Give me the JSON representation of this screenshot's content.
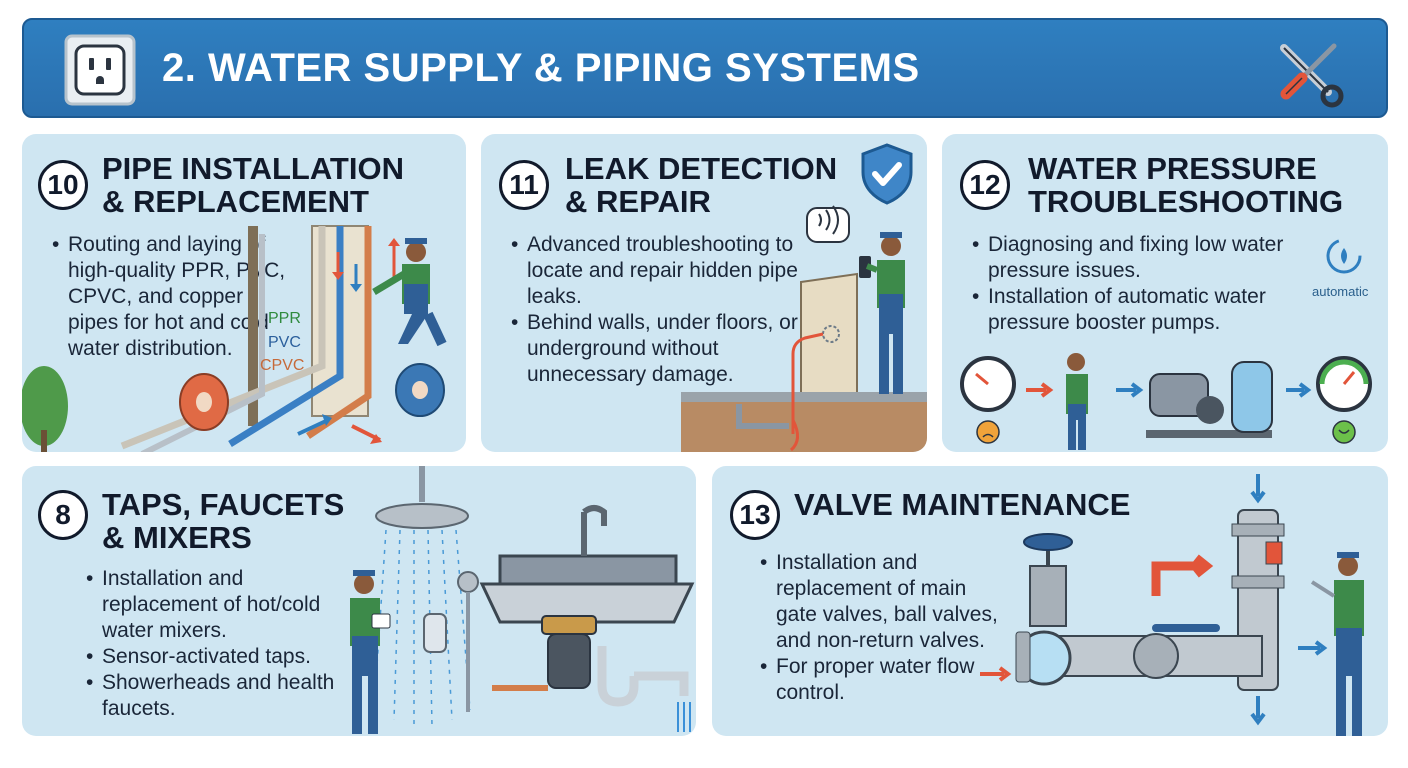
{
  "header": {
    "title": "2. WATER SUPPLY & PIPING SYSTEMS",
    "left_icon": "power-outlet-icon",
    "right_icon": "wrench-screwdriver-icon",
    "color": "#2f7fc0"
  },
  "cards": {
    "pipe": {
      "number": "10",
      "title_line1": "PIPE INSTALLATION",
      "title_line2": "& REPLACEMENT",
      "bullets": [
        "Routing and laying of high-quality PPR, PVC, CPVC, and copper pipes for hot and cold water distribution."
      ],
      "pipe_labels": [
        "PPR",
        "PVC",
        "CPVC"
      ]
    },
    "leak": {
      "number": "11",
      "title_line1": "LEAK DETECTION",
      "title_line2": "& REPAIR",
      "bullets": [
        "Advanced troubleshooting to locate and repair hidden pipe leaks.",
        "Behind walls, under floors, or underground without unnecessary damage."
      ],
      "badge_icon": "shield-check-icon"
    },
    "pressure": {
      "number": "12",
      "title_line1": "WATER PRESSURE",
      "title_line2": "TROUBLESHOOTING",
      "bullets": [
        "Diagnosing and fixing low water pressure issues.",
        "Installation of automatic water pressure booster pumps."
      ],
      "auto_label": "automatic"
    },
    "taps": {
      "number": "8",
      "title_line1": "TAPS, FAUCETS",
      "title_line2": "& MIXERS",
      "bullets": [
        "Installation and replacement of hot/cold water mixers.",
        "Sensor-activated taps.",
        "Showerheads and health faucets."
      ]
    },
    "valve": {
      "number": "13",
      "title_line1": "VALVE MAINTENANCE",
      "bullets": [
        "Installation and replacement of main gate valves, ball valves, and non-return valves.",
        "For proper water flow control."
      ]
    }
  },
  "colors": {
    "card_bg": "#cfe6f2",
    "accent_red": "#e2553a",
    "accent_blue": "#2f7fc0",
    "worker_shirt": "#3d8a4a",
    "worker_overall": "#2f5f96"
  }
}
